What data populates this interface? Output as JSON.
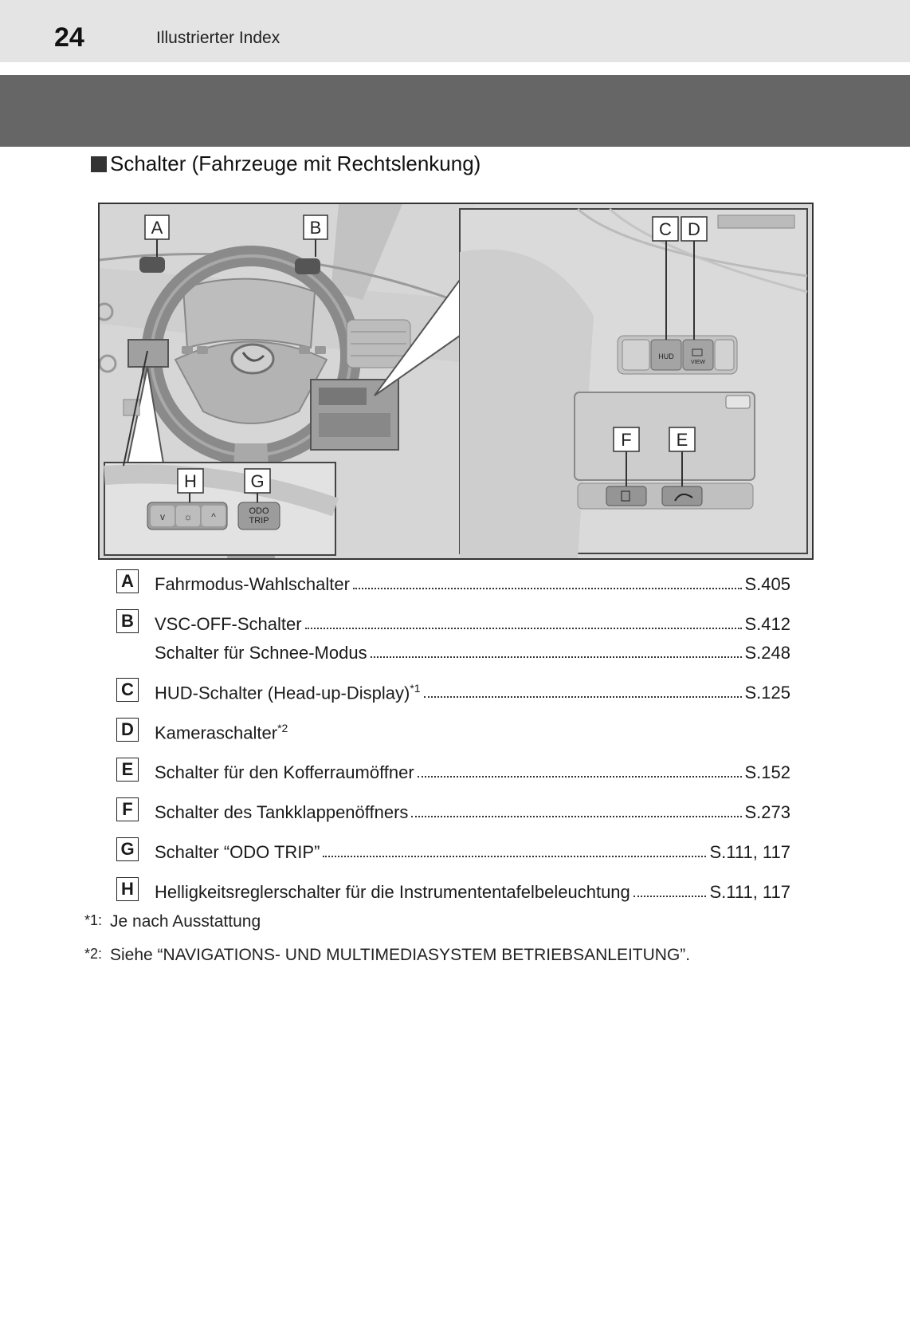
{
  "header": {
    "page_number": "24",
    "section": "Illustrierter Index"
  },
  "heading": "Schalter (Fahrzeuge mit Rechtslenkung)",
  "figure": {
    "callouts": {
      "A": "A",
      "B": "B",
      "C": "C",
      "D": "D",
      "E": "E",
      "F": "F",
      "G": "G",
      "H": "H"
    },
    "button_labels": {
      "hud": "HUD",
      "view": "VIEW",
      "odo": "ODO",
      "trip": "TRIP"
    }
  },
  "items": [
    {
      "letter": "A",
      "label": "Fahrmodus-Wahlschalter",
      "sup": "",
      "ref": "S.405"
    },
    {
      "letter": "B",
      "label": "VSC-OFF-Schalter",
      "sup": "",
      "ref": "S.412"
    },
    {
      "letter": "",
      "label": "Schalter für Schnee-Modus",
      "sup": "",
      "ref": "S.248"
    },
    {
      "letter": "C",
      "label": "HUD-Schalter (Head-up-Display)",
      "sup": "*1",
      "ref": "S.125"
    },
    {
      "letter": "D",
      "label": "Kameraschalter",
      "sup": "*2",
      "ref": ""
    },
    {
      "letter": "E",
      "label": "Schalter für den Kofferraumöffner",
      "sup": "",
      "ref": "S.152"
    },
    {
      "letter": "F",
      "label": "Schalter des Tankklappenöffners",
      "sup": "",
      "ref": "S.273"
    },
    {
      "letter": "G",
      "label": "Schalter “ODO TRIP”",
      "sup": "",
      "ref": "S.111, 117"
    },
    {
      "letter": "H",
      "label": "Helligkeitsreglerschalter für die Instrumententafelbeleuchtung",
      "sup": "",
      "ref": "S.111, 117"
    }
  ],
  "footnotes": [
    {
      "mark": "*1:",
      "text": "Je nach Ausstattung"
    },
    {
      "mark": "*2:",
      "text": "Siehe “NAVIGATIONS- UND MULTIMEDIASYSTEM BETRIEBSANLEITUNG”."
    }
  ]
}
